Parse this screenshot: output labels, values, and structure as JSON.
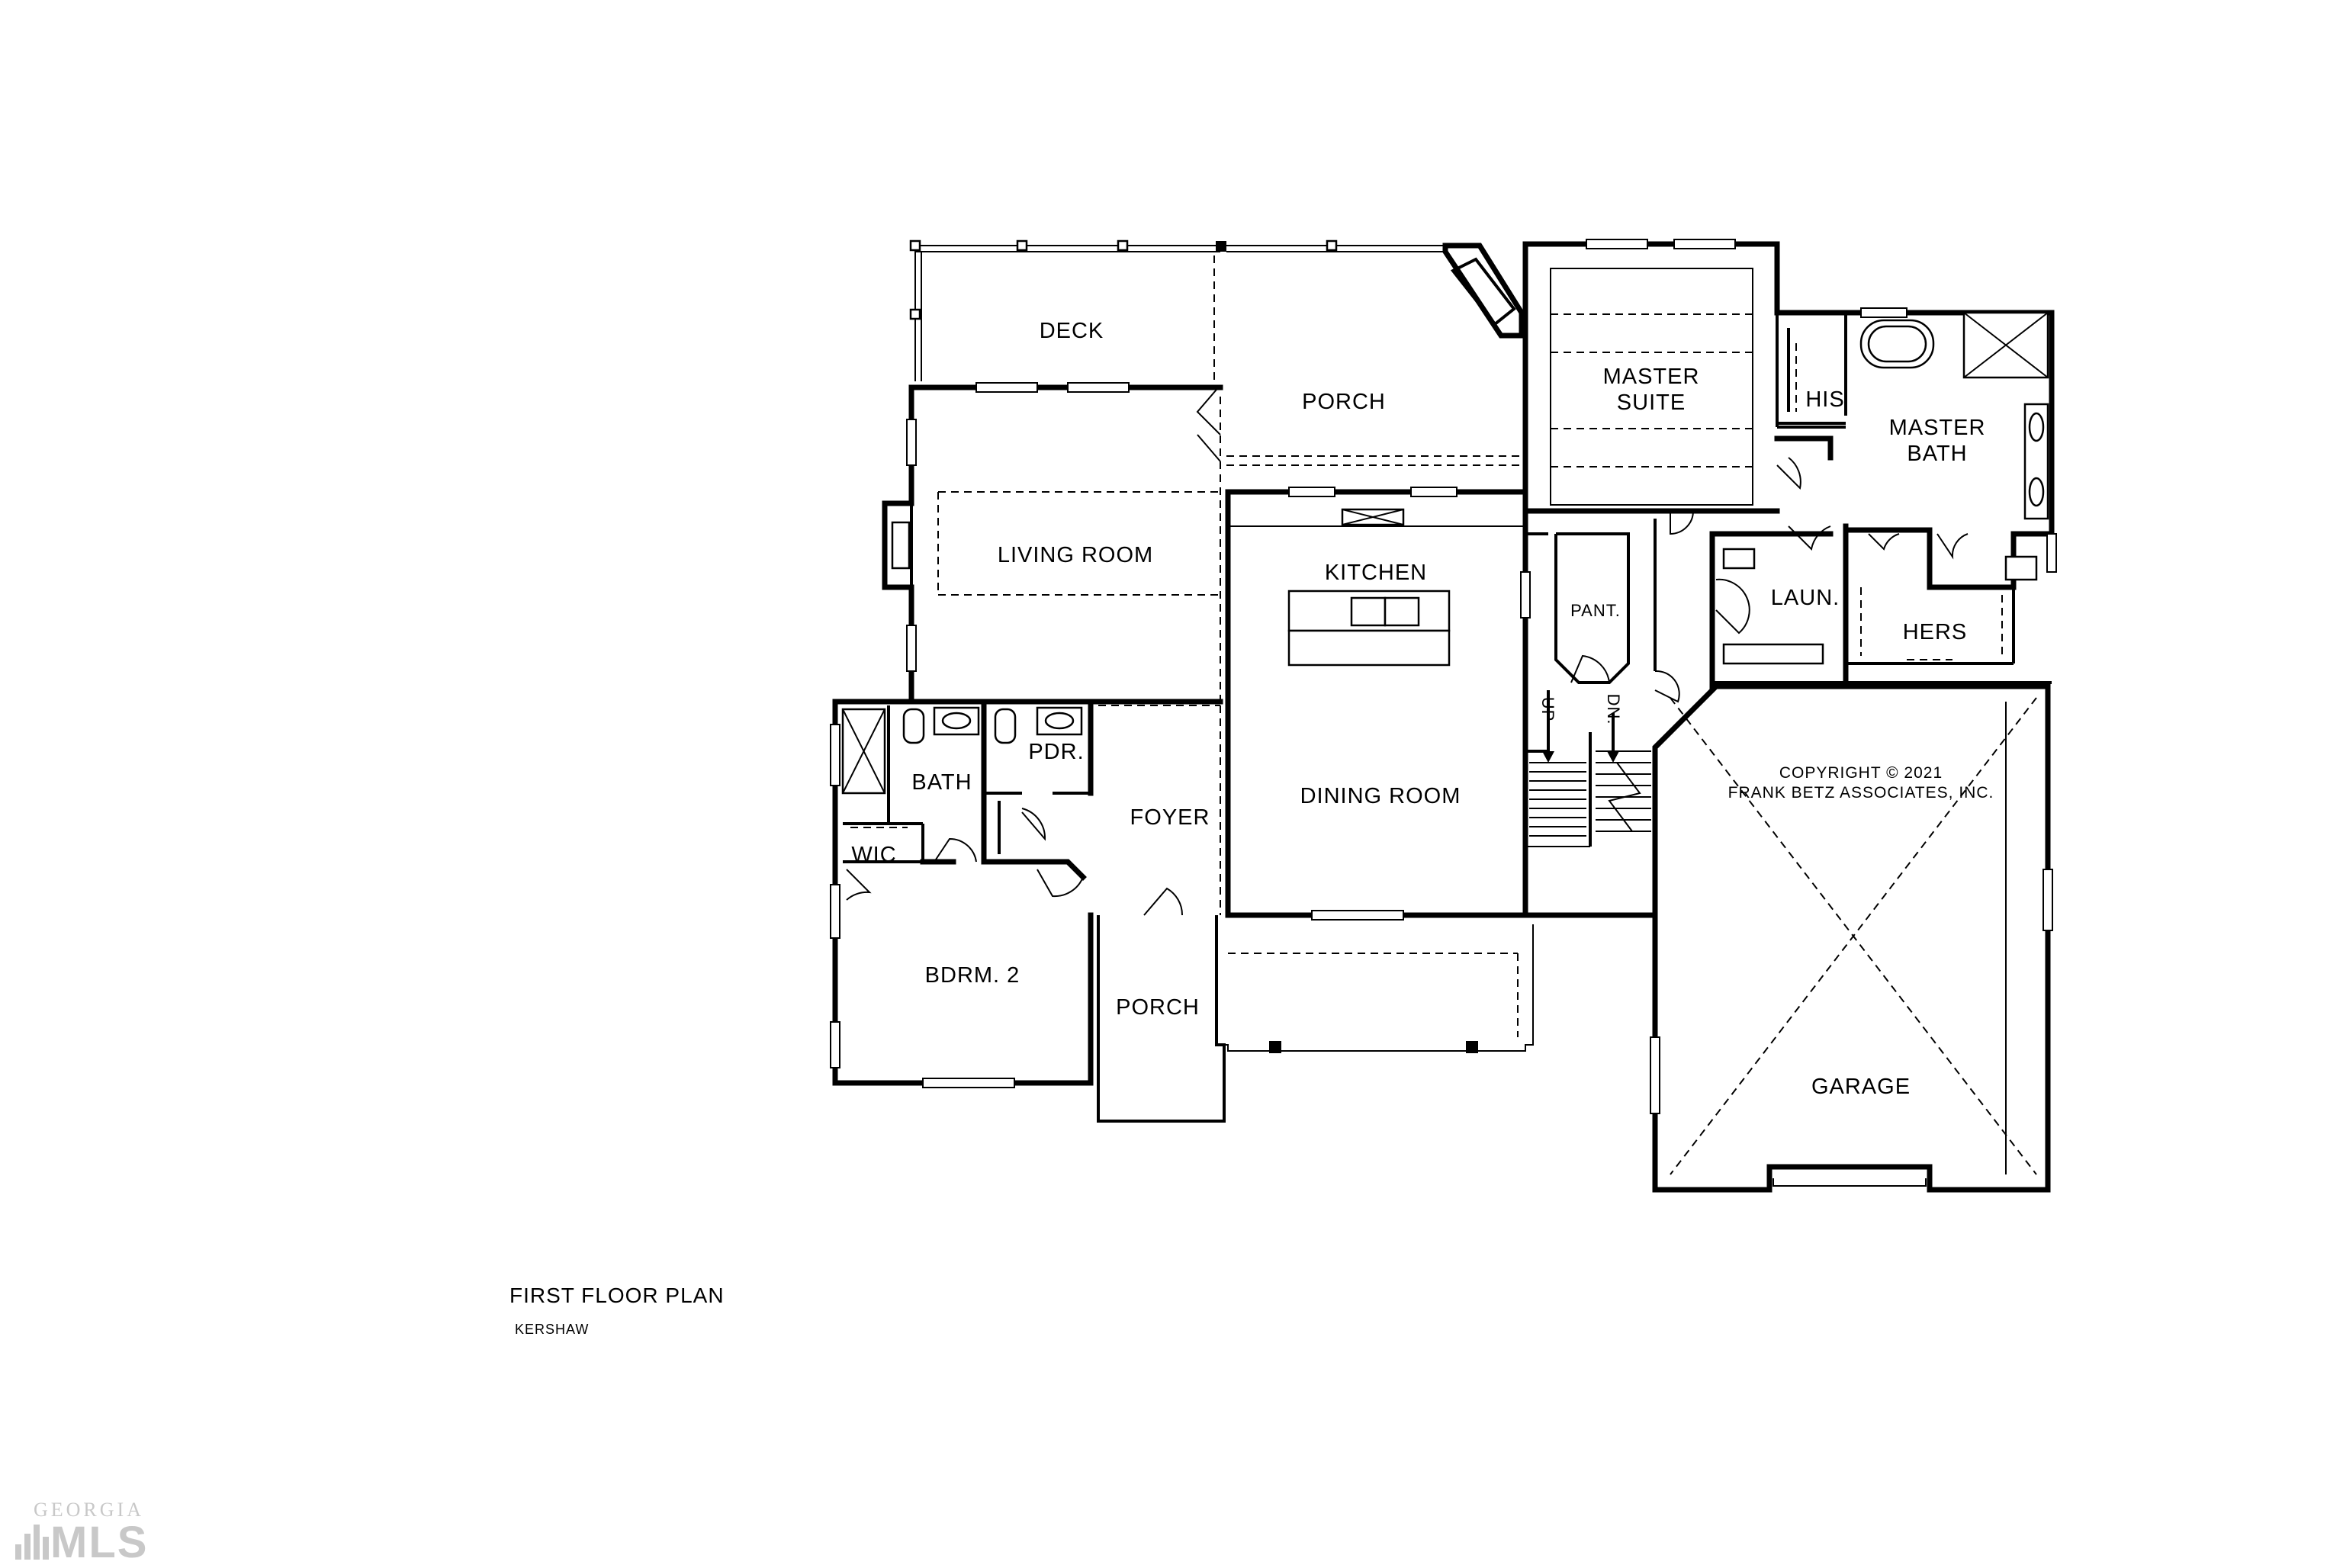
{
  "plan": {
    "title": "FIRST FLOOR PLAN",
    "subtitle": "KERSHAW",
    "copyright_line1": "COPYRIGHT © 2021",
    "copyright_line2": "FRANK BETZ ASSOCIATES, INC."
  },
  "rooms": {
    "deck": "DECK",
    "porch_rear": "PORCH",
    "master_suite_1": "MASTER",
    "master_suite_2": "SUITE",
    "his": "HIS",
    "master_bath_1": "MASTER",
    "master_bath_2": "BATH",
    "living_room": "LIVING ROOM",
    "kitchen": "KITCHEN",
    "pantry": "PANT.",
    "laundry": "LAUN.",
    "hers": "HERS",
    "bath": "BATH",
    "powder": "PDR.",
    "foyer": "FOYER",
    "dining_room": "DINING ROOM",
    "wic": "WIC",
    "bedroom2": "BDRM. 2",
    "porch_front": "PORCH",
    "garage": "GARAGE"
  },
  "stairs": {
    "up": "UP",
    "down": "DN."
  },
  "watermark": {
    "top": "GEORGIA",
    "main": "MLS"
  }
}
